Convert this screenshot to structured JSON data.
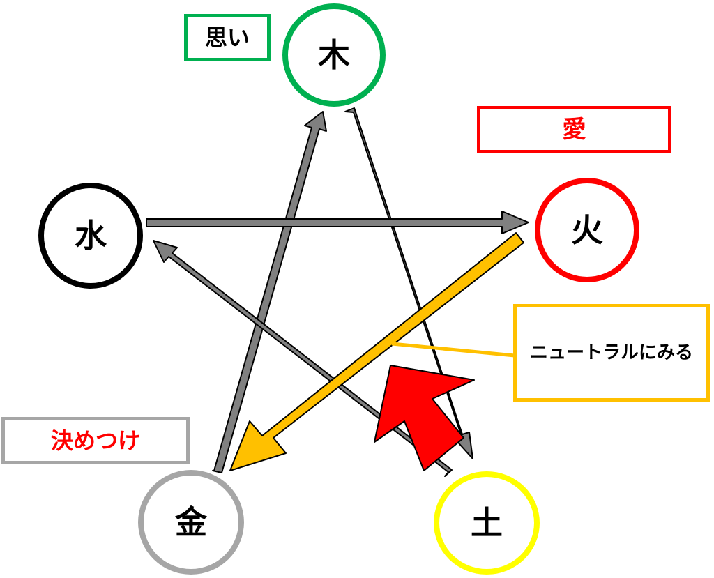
{
  "nodes": {
    "wood": {
      "label": "木",
      "color": "#00b050"
    },
    "fire": {
      "label": "火",
      "color": "#ff0000"
    },
    "earth": {
      "label": "土",
      "color": "#ffff00"
    },
    "metal": {
      "label": "金",
      "color": "#a6a6a6"
    },
    "water": {
      "label": "水",
      "color": "#000000"
    }
  },
  "annotations": {
    "omoi": {
      "text": "思い",
      "text_color": "#000000",
      "border_color": "#00b050"
    },
    "ai": {
      "text": "愛",
      "text_color": "#ff0000",
      "border_color": "#ff0000"
    },
    "neutral": {
      "text": "ニュートラルにみる",
      "text_color": "#000000",
      "border_color": "#ffc000"
    },
    "kimetsuke": {
      "text": "決めつけ",
      "text_color": "#ff0000",
      "border_color": "#a6a6a6"
    }
  },
  "colors": {
    "cycle_arrow": "#808080",
    "cycle_arrow_outline": "#000000",
    "highlight_arrow": "#ffc000",
    "big_arrow": "#ff0000"
  }
}
